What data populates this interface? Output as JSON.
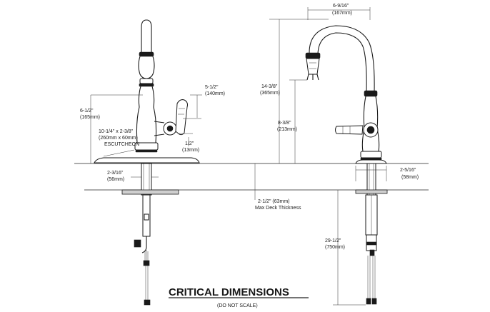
{
  "title": "CRITICAL DIMENSIONS",
  "subtitle": "(DO NOT SCALE)",
  "dimensions": {
    "side_height_5_1_2": {
      "imperial": "5-1/2\"",
      "metric": "(140mm)"
    },
    "side_height_6_1_2": {
      "imperial": "6-1/2\"",
      "metric": "(165mm)"
    },
    "escutcheon": {
      "line1": "10-1/4\" x 2-3/8\"",
      "line2": "(260mm x 60mm)",
      "line3": "ESCUTCHEON"
    },
    "handle_offset": {
      "imperial": "1/2\"",
      "metric": "(13mm)"
    },
    "side_shank_2_3_16": {
      "imperial": "2-3/16\"",
      "metric": "(56mm)"
    },
    "max_deck": {
      "line1": "2-1/2\" (63mm)",
      "line2": "Max Deck Thickness"
    },
    "reach": {
      "imperial": "6-9/16\"",
      "metric": "(167mm)"
    },
    "overall_height": {
      "imperial": "14-3/8\"",
      "metric": "(365mm)"
    },
    "spout_height": {
      "imperial": "8-3/8\"",
      "metric": "(213mm)"
    },
    "front_base": {
      "imperial": "2-5/16\"",
      "metric": "(58mm)"
    },
    "supply_length": {
      "imperial": "29-1/2\"",
      "metric": "(750mm)"
    }
  }
}
